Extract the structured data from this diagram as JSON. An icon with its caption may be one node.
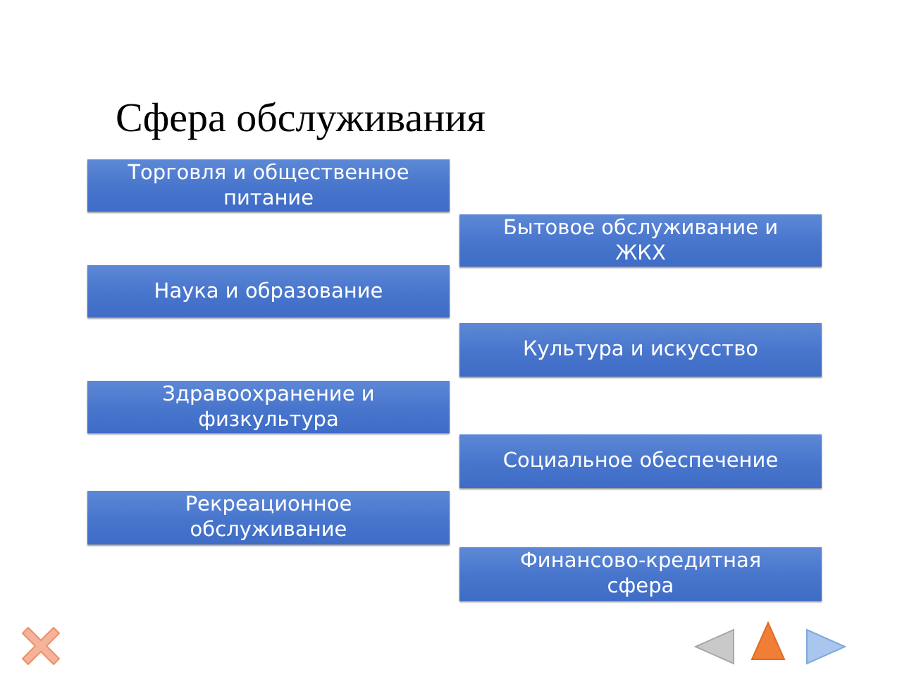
{
  "diagram": {
    "title": "Сфера обслуживания",
    "nodes": [
      {
        "text": [
          "Торговля и общественное питание"
        ]
      },
      {
        "text": [
          "Бытовое обслуживание и ЖКХ"
        ]
      },
      {
        "text": [
          "Наука и образование"
        ]
      },
      {
        "text": [
          "Культура и искусство"
        ]
      },
      {
        "text": [
          "Здравоохранение и физкультура"
        ]
      },
      {
        "text": [
          "Социальное обеспечение"
        ]
      },
      {
        "text": [
          "Рекреационное обслуживание"
        ]
      },
      {
        "text": [
          "Финансово-кредитная сфера"
        ]
      }
    ]
  }
}
